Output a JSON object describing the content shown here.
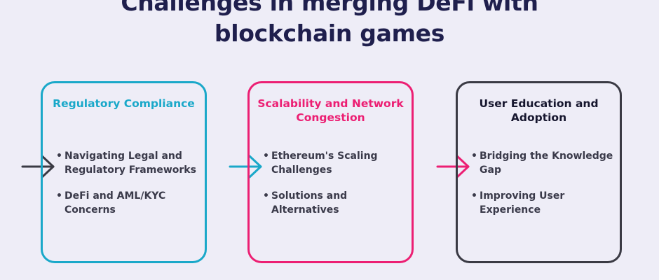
{
  "title": {
    "line1": "Challenges in merging DeFi with",
    "line2": "blockchain games"
  },
  "columns": [
    {
      "heading": "Regulatory Compliance",
      "color": "#1aa8c9",
      "bullets": [
        "Navigating Legal and Regulatory Frameworks",
        "DeFi and AML/KYC Concerns"
      ]
    },
    {
      "heading": "Scalability and Network Congestion",
      "color": "#ec1f73",
      "bullets": [
        "Ethereum's Scaling Challenges",
        "Solutions and Alternatives"
      ]
    },
    {
      "heading": "User Education and Adoption",
      "color": "#3a3a44",
      "bullets": [
        "Bridging the Knowledge Gap",
        "Improving User Experience"
      ]
    }
  ],
  "arrows": [
    {
      "color": "#3a3a44",
      "icon": "arrow-right-icon"
    },
    {
      "color": "#1aa8c9",
      "icon": "arrow-right-icon"
    },
    {
      "color": "#ec1f73",
      "icon": "arrow-right-icon"
    }
  ],
  "bullet_glyph": "•",
  "heading_colors": [
    "#1aa8c9",
    "#ec1f73",
    "#16162e"
  ]
}
